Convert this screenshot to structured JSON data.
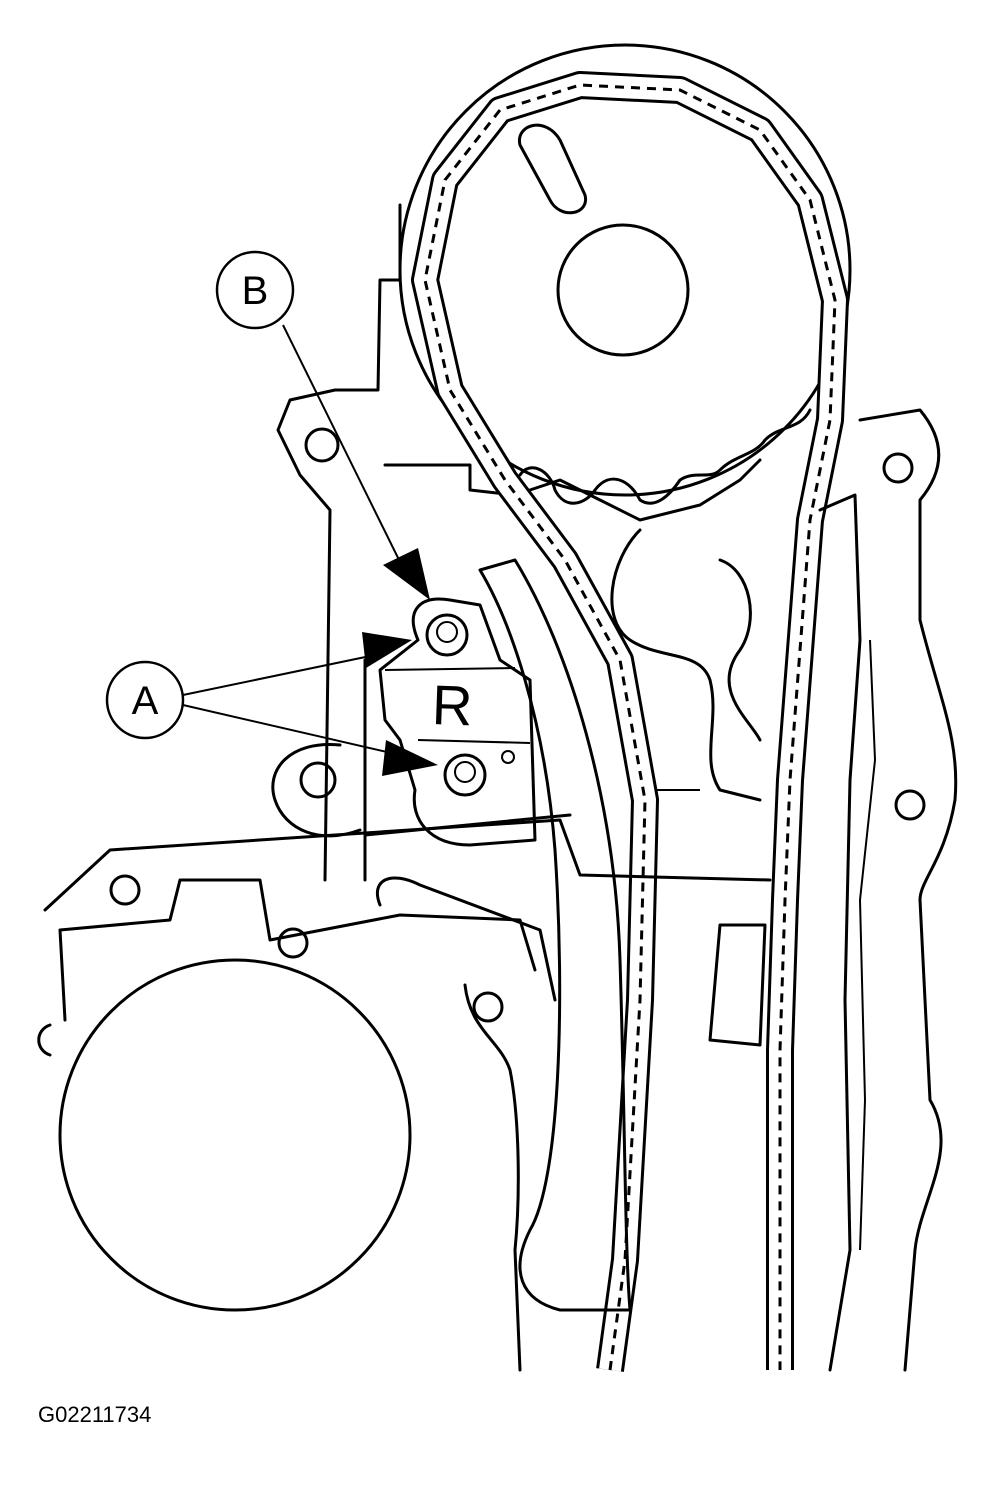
{
  "callouts": {
    "a": "A",
    "b": "B"
  },
  "part_marking": "R",
  "figure_id": "G02211734"
}
